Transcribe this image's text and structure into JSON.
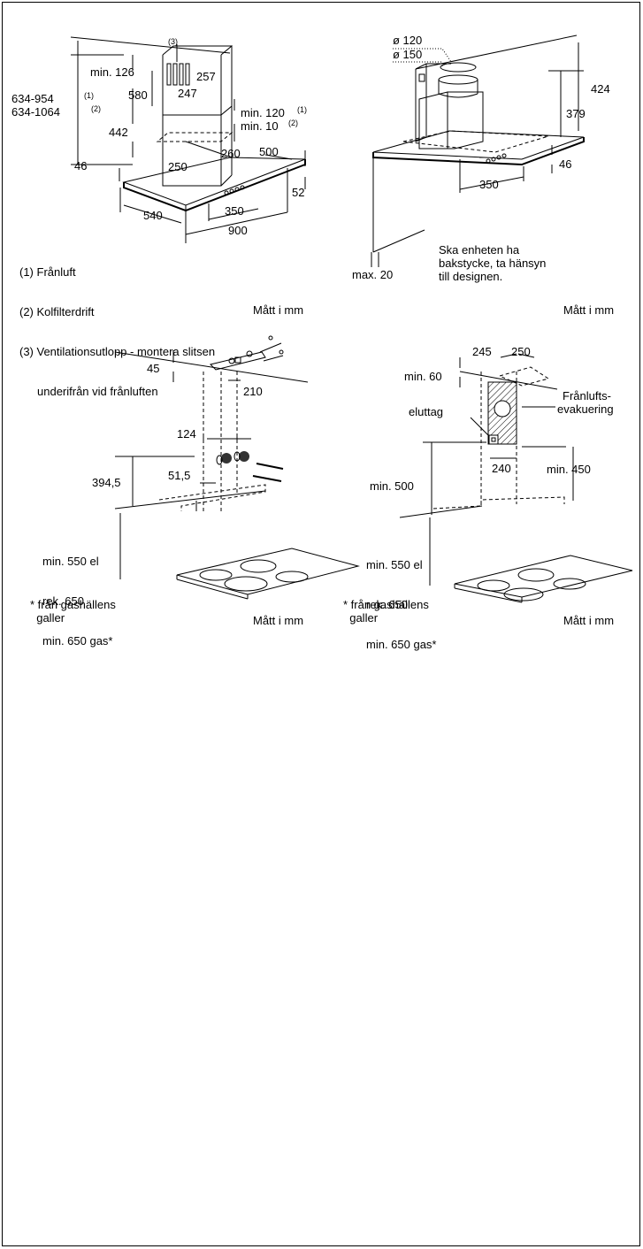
{
  "panel1": {
    "label_3": "(3)",
    "min126": "min. 126",
    "d580": "580",
    "d247": "247",
    "d257": "257",
    "h634_954": "634-954",
    "h634_1064": "634-1064",
    "sup1": "(1)",
    "sup2": "(2)",
    "d442": "442",
    "min120": "min. 120",
    "min10": "min. 10",
    "d260": "260",
    "d46": "46",
    "d250": "250",
    "d500": "500",
    "d52": "52",
    "d540": "540",
    "d350": "350",
    "d900": "900",
    "legend": [
      "(1) Frånluft",
      "(2) Kolfilterdrift",
      "(3) Ventilationsutlopp - montera slitsen",
      "underifrån vid frånluften"
    ],
    "units": "Mått i mm"
  },
  "panel2": {
    "d120": "ø 120",
    "d150": "ø 150",
    "d424": "424",
    "d379": "379",
    "d46": "46",
    "d350": "350",
    "max20": "max. 20",
    "note": "Ska enheten ha\nbakstycke, ta hänsyn\ntill designen.",
    "units": "Mått i mm"
  },
  "panel3": {
    "d45": "45",
    "d210": "210",
    "d124": "124",
    "d394": "394,5",
    "d51": "51,5",
    "min550": "min. 550 el",
    "rek650": "rek. 650",
    "min650": "min. 650 gas*",
    "footnote": "* från gashällens\n  galler",
    "units": "Mått i mm"
  },
  "panel4": {
    "d245": "245",
    "d250": "250",
    "min60": "min. 60",
    "franlufts": "Frånlufts-",
    "evakuering": "evakuering",
    "eluttag": "eluttag",
    "d240": "240",
    "min500": "min. 500",
    "min450": "min. 450",
    "min550": "min. 550 el",
    "rek650": "rek. 650",
    "min650": "min. 650 gas*",
    "footnote": "* från gashällens\n  galler",
    "units": "Mått i mm"
  }
}
